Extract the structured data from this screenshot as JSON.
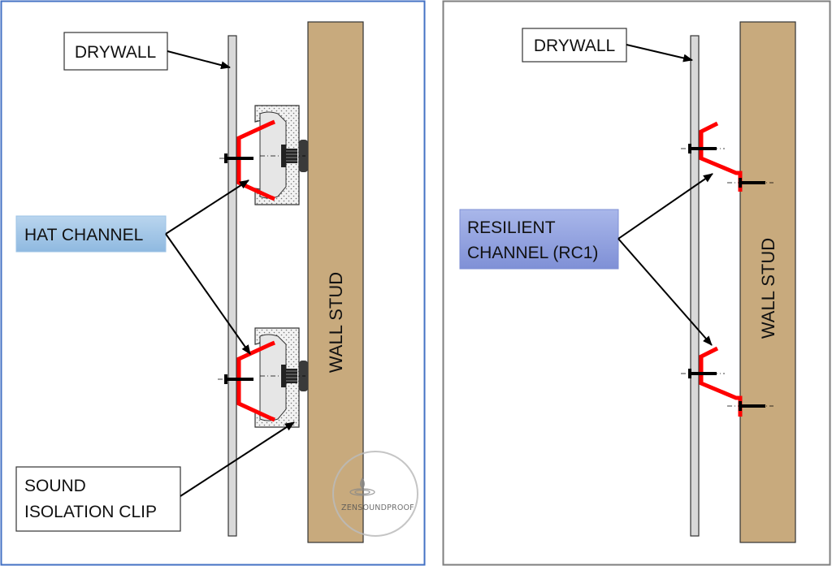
{
  "left_panel": {
    "drywall_label": "DRYWALL",
    "hat_channel_label": "HAT CHANNEL",
    "clip_label_line1": "SOUND",
    "clip_label_line2": "ISOLATION CLIP",
    "stud_label": "WALL STUD",
    "watermark": "ZENSOUNDPROOF"
  },
  "right_panel": {
    "drywall_label": "DRYWALL",
    "rc_label_line1": "RESILIENT",
    "rc_label_line2": "CHANNEL (RC1)",
    "stud_label": "WALL STUD"
  },
  "colors": {
    "left_frame": "#4472c4",
    "right_frame": "#7f7f7f",
    "stud": "#c8aa7d",
    "drywall": "#d9d9d9",
    "channel": "#ff0000",
    "callout_blue": "#9dc3e6",
    "callout_purple": "#8e9fde"
  }
}
